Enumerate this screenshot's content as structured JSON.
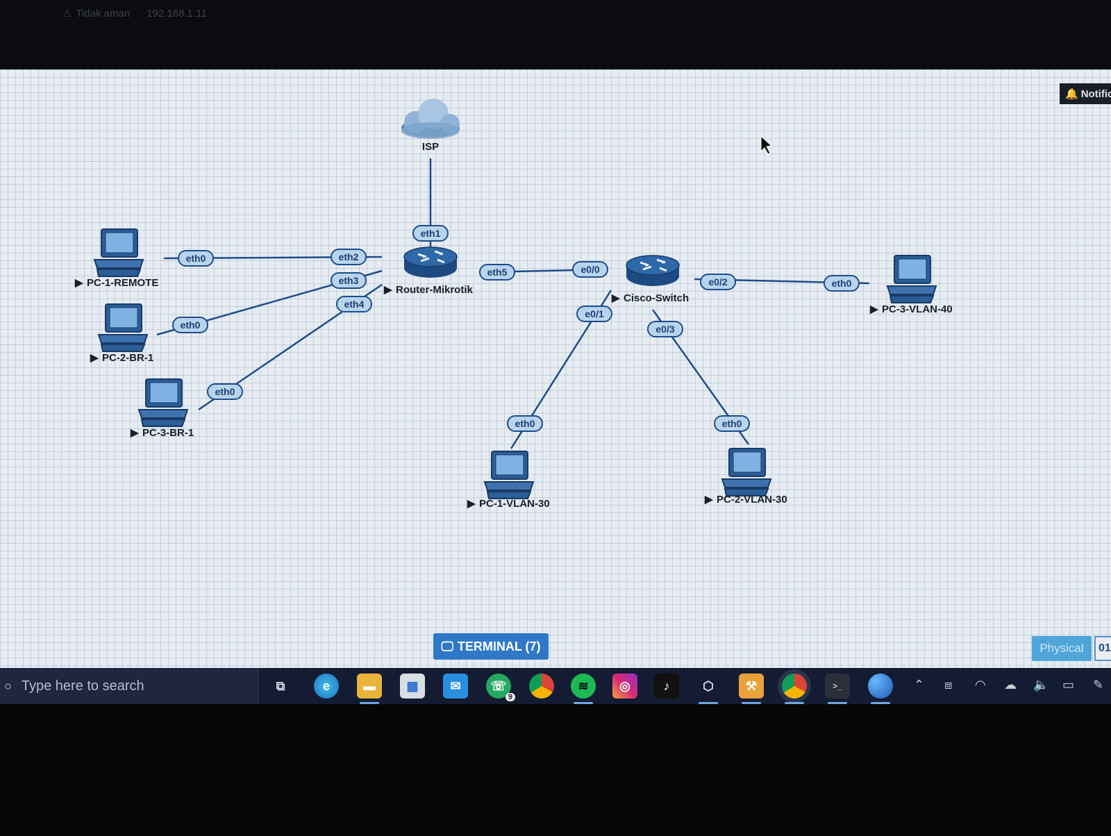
{
  "browser": {
    "security_label": "Tidak aman",
    "address": "192.168.1.11"
  },
  "notification": {
    "label": "Notific"
  },
  "topology": {
    "nodes": {
      "isp": "ISP",
      "router": "Router-Mikrotik",
      "switch": "Cisco-Switch",
      "pc_remote": "PC-1-REMOTE",
      "pc2_br": "PC-2-BR-1",
      "pc3_br": "PC-3-BR-1",
      "pc1_vlan30": "PC-1-VLAN-30",
      "pc2_vlan30": "PC-2-VLAN-30",
      "pc3_vlan40": "PC-3-VLAN-40"
    },
    "ports": {
      "isp_eth1": "eth1",
      "r_eth2": "eth2",
      "r_eth3": "eth3",
      "r_eth4": "eth4",
      "r_eth5": "eth5",
      "remote_eth0": "eth0",
      "br2_eth0": "eth0",
      "br3_eth0": "eth0",
      "sw_e00": "e0/0",
      "sw_e01": "e0/1",
      "sw_e02": "e0/2",
      "sw_e03": "e0/3",
      "v30a_eth0": "eth0",
      "v30b_eth0": "eth0",
      "v40_eth0": "eth0"
    }
  },
  "controls": {
    "terminal_label": "TERMINAL (7)",
    "physical_label": "Physical",
    "time_label": "01"
  },
  "taskbar": {
    "search_placeholder": "Type here to search",
    "whatsapp_badge": "9"
  },
  "colors": {
    "link": "#1d4c8a",
    "port_fill": "#b8d4ec",
    "canvas_bg": "#e6ecf2",
    "terminal_btn": "#2f78c7",
    "physical_btn": "#4fa5d8",
    "taskbar": "#141c33"
  }
}
